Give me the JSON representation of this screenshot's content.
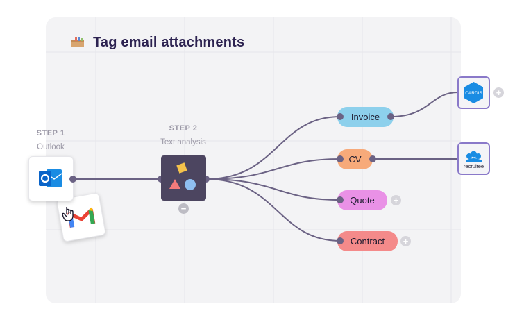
{
  "title": "Tag email attachments",
  "title_icon": "box-icon",
  "step1": {
    "num": "STEP 1",
    "name": "Outlook"
  },
  "step2": {
    "num": "STEP 2",
    "name": "Text analysis"
  },
  "nodes": [
    {
      "label": "Invoice",
      "color": "#8dd0ec"
    },
    {
      "label": "CV",
      "color": "#f7aa7a"
    },
    {
      "label": "Quote",
      "color": "#e991e6"
    },
    {
      "label": "Contract",
      "color": "#f48a8a"
    }
  ],
  "destinations": [
    {
      "name": "cardis",
      "logo_text": "CARDIS",
      "icon": "cardis-logo"
    },
    {
      "name": "recruitee",
      "logo_text": "recruitee",
      "icon": "recruitee-logo"
    }
  ],
  "apps": {
    "outlook": {
      "icon": "outlook-logo",
      "color": "#0a64c8"
    },
    "gmail": {
      "icon": "gmail-logo"
    },
    "analysis": {
      "icon": "shapes-icon"
    }
  },
  "colors": {
    "connector": "#6b6284",
    "title": "#2d2351",
    "dest_border": "#8a79c9"
  }
}
